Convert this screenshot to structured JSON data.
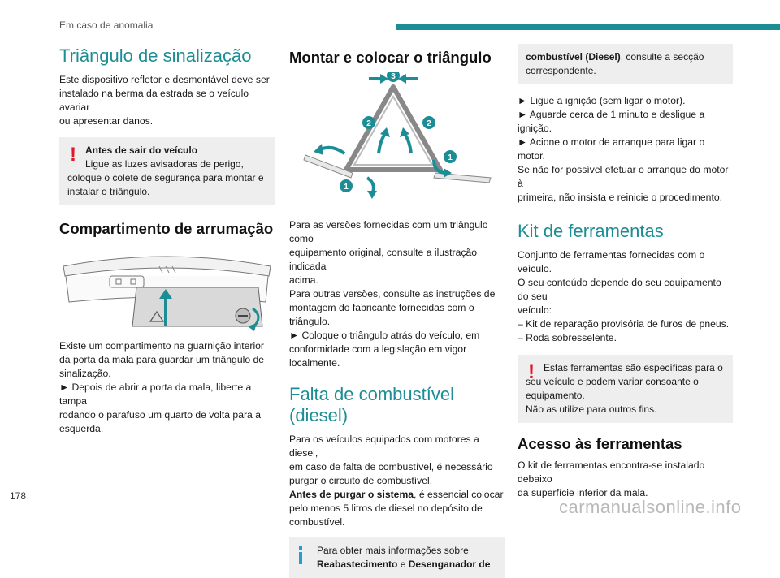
{
  "header": {
    "section": "Em caso de anomalia"
  },
  "page_number": "178",
  "watermark": "carmanualsonline.info",
  "col1": {
    "title": "Triângulo de sinalização",
    "intro": "Este dispositivo refletor e desmontável deve ser\ninstalado na berma da estrada se o veículo avariar\nou apresentar danos.",
    "warning": {
      "title": "Antes de sair do veículo",
      "text": "Ligue as luzes avisadoras de perigo,\ncoloque o colete de segurança para montar e\ninstalar o triângulo."
    },
    "storage_title": "Compartimento de arrumação",
    "storage_text": "Existe um compartimento na guarnição interior\nda porta da mala para guardar um triângulo de\nsinalização.\n► Depois de abrir a porta da mala, liberte a tampa\nrodando o parafuso um quarto de volta para a\nesquerda."
  },
  "col2": {
    "title": "Montar e colocar o triângulo",
    "callouts": {
      "c1": "1",
      "c2": "2",
      "c3": "3"
    },
    "text": "Para as versões fornecidas com um triângulo como\nequipamento original, consulte a ilustração indicada\nacima.\nPara outras versões, consulte as instruções de\nmontagem do fabricante fornecidas com o triângulo.\n► Coloque o triângulo atrás do veículo, em\nconformidade com a legislação em vigor localmente.",
    "fuel_title": "Falta de combustível\n(diesel)",
    "fuel_text_1": "Para os veículos equipados com motores a diesel,\nem caso de falta de combustível, é necessário\npurgar o circuito de combustível.",
    "fuel_bold": "Antes de purgar o sistema",
    "fuel_text_2": ", é essencial colocar\npelo menos 5 litros de diesel no depósito de\ncombustível.",
    "info": {
      "text_1": "Para obter mais informações sobre",
      "bold_1": "Reabastecimento",
      "connector": " e ",
      "bold_2": "Desenganador de"
    }
  },
  "col3": {
    "info_cont_bold": "combustível (Diesel)",
    "info_cont_text": ", consulte a secção\ncorrespondente.",
    "steps": "► Ligue a ignição (sem ligar o motor).\n► Aguarde cerca de 1 minuto e desligue a ignição.\n► Acione o motor de arranque para ligar o motor.\nSe não for possível efetuar o arranque do motor à\nprimeira, não insista e reinicie o procedimento.",
    "kit_title": "Kit de ferramentas",
    "kit_text": "Conjunto de ferramentas fornecidas com o veículo.\nO seu conteúdo depende do seu equipamento do seu\nveículo:\n– Kit de reparação provisória de furos de pneus.\n– Roda sobresselente.",
    "kit_warning": "Estas ferramentas são específicas para o\nseu veículo e podem variar consoante o\nequipamento.\nNão as utilize para outros fins.",
    "access_title": "Acesso às ferramentas",
    "access_text": "O kit de ferramentas encontra-se instalado debaixo\nda superfície inferior da mala."
  },
  "colors": {
    "accent": "#1d8d95",
    "warning": "#e0162b",
    "info": "#2a9bd1",
    "box_bg": "#eeeeee"
  }
}
